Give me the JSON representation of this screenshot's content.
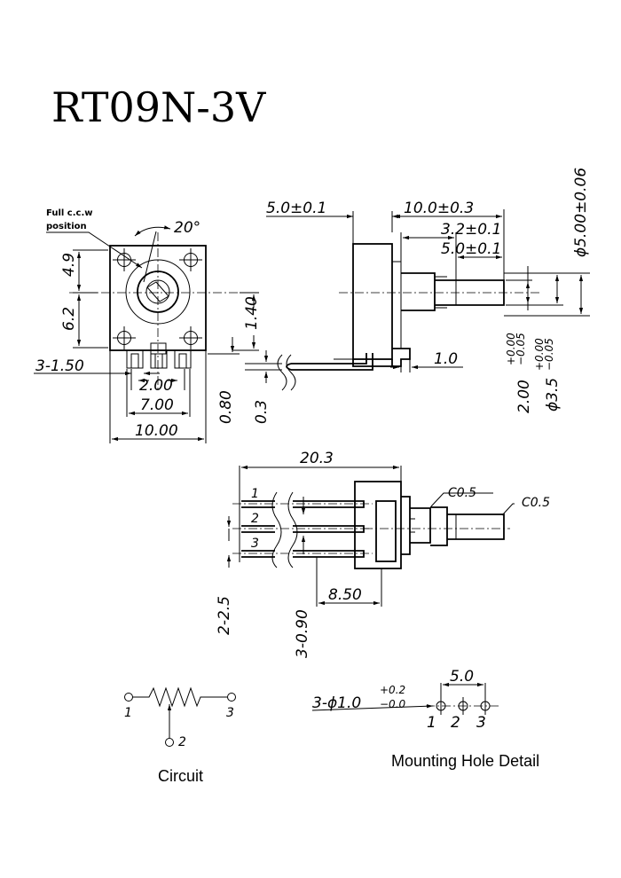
{
  "title": "RT09N-3V",
  "front_view": {
    "note_line1": "Full c.c.w",
    "note_line2": "position",
    "angle": "20°",
    "dim_upper": "4.9",
    "dim_lower": "6.2",
    "dim_pitch": "3-1.50",
    "dim_pin": "2.00",
    "dim_pin_span": "7.00",
    "dim_width": "10.00"
  },
  "side_view": {
    "dim_body": "5.0±0.1",
    "dim_shaft_len": "10.0±0.3",
    "dim_flat_start": "3.2±0.1",
    "dim_flat_len": "5.0±0.1",
    "dim_shaft_dia": "ϕ5.00±0.06",
    "dim_height": "1.40",
    "dim_pin_thick": "0.80",
    "dim_pin_t2": "0.3",
    "dim_step": "1.0",
    "dim_flat_base": "2.00",
    "dim_flat_base_tol_upper": "+0.00",
    "dim_flat_base_tol_lower": "−0.05",
    "dim_flat_dia": "ϕ3.5",
    "dim_flat_dia_tol_upper": "+0.00",
    "dim_flat_dia_tol_lower": "−0.05"
  },
  "top_view": {
    "dim_total": "20.3",
    "chamfer_1": "C0.5",
    "chamfer_2": "C0.5",
    "pin_labels": [
      "1",
      "2",
      "3"
    ],
    "dim_pitch": "2-2.5",
    "dim_pin_w": "3-0.90",
    "dim_body": "8.50"
  },
  "circuit": {
    "caption": "Circuit",
    "pin1": "1",
    "pin2": "2",
    "pin3": "3"
  },
  "mounting": {
    "caption": "Mounting Hole Detail",
    "hole_spec": "3-ϕ1.0",
    "tol_upper": "+0.2",
    "tol_lower": "−0.0",
    "pitch": "5.0",
    "labels": [
      "1",
      "2",
      "3"
    ]
  }
}
